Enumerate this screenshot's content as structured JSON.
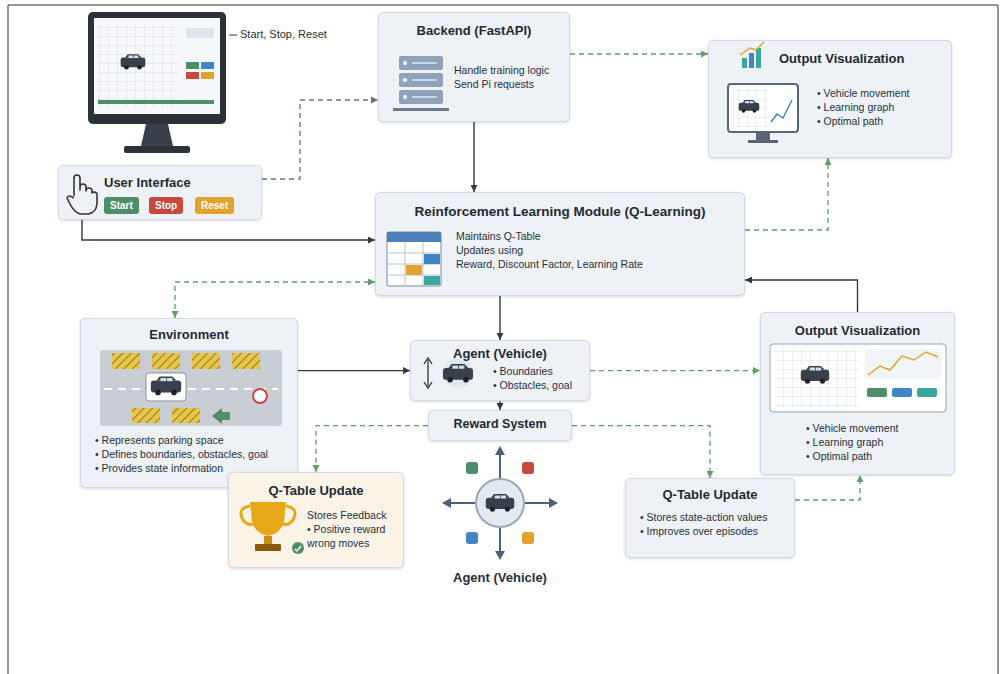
{
  "diagram": {
    "nodes": [
      {
        "text": [
          "User Interface"
        ]
      },
      {
        "text": [
          "Start"
        ],
        "in": 0
      },
      {
        "text": [
          "Stop"
        ],
        "in": 0
      },
      {
        "text": [
          "Reset"
        ],
        "in": 0
      },
      {
        "text": [
          "Backend (FastAPI)",
          "Handle training logic",
          "Send Pi requests"
        ]
      },
      {
        "text": [
          "Output Visualization",
          "• Vehicle movement",
          "• Learning graph",
          "• Optimal path"
        ]
      },
      {
        "text": [
          "Reinforcement Learning Module (Q-Learning)",
          "Maintains Q-Table",
          "Updates using",
          "Reward, Discount Factor, Learning Rate"
        ]
      },
      {
        "text": [
          "Environment",
          "• Represents parking space",
          "• Defines boundaries, obstacles, goal",
          "• Provides state information"
        ]
      },
      {
        "text": [
          "Agent (Vehicle)",
          "• Boundaries",
          "• Obstacles, goal"
        ]
      },
      {
        "text": [
          "Output Visualization",
          "• Vehicle movement",
          "• Learning graph",
          "• Optimal path"
        ]
      },
      {
        "text": [
          "Reward System"
        ]
      },
      {
        "text": [
          "Q-Table Update",
          "Stores Feedback",
          "• Positive reward wrong moves"
        ]
      },
      {
        "text": [
          "Q-Table Update",
          "• Stores state-action values",
          "• Improves over episodes"
        ]
      }
    ],
    "edges": [
      {
        "from": 0,
        "to": 4,
        "arrow": "to"
      },
      {
        "from": 4,
        "to": 5,
        "arrow": "to"
      },
      {
        "from": 4,
        "to": 6,
        "arrow": "to"
      },
      {
        "from": 0,
        "to": 6,
        "arrow": "to"
      },
      {
        "from": 6,
        "to": 5,
        "arrow": "to"
      },
      {
        "from": 7,
        "to": 6,
        "arrow": "both"
      },
      {
        "from": 6,
        "to": 8,
        "arrow": "to"
      },
      {
        "from": 9,
        "to": 6,
        "arrow": "to"
      },
      {
        "from": 7,
        "to": 8,
        "arrow": "to"
      },
      {
        "from": 8,
        "to": 9,
        "arrow": "to"
      },
      {
        "from": 8,
        "to": 10,
        "arrow": "to"
      },
      {
        "from": 10,
        "to": 11,
        "arrow": "to"
      },
      {
        "from": 10,
        "to": 12,
        "arrow": "to"
      },
      {
        "from": 12,
        "to": 9,
        "arrow": "to"
      }
    ],
    "labels": [
      "Start, Stop, Reset",
      "Agent (Vehicle)"
    ]
  }
}
